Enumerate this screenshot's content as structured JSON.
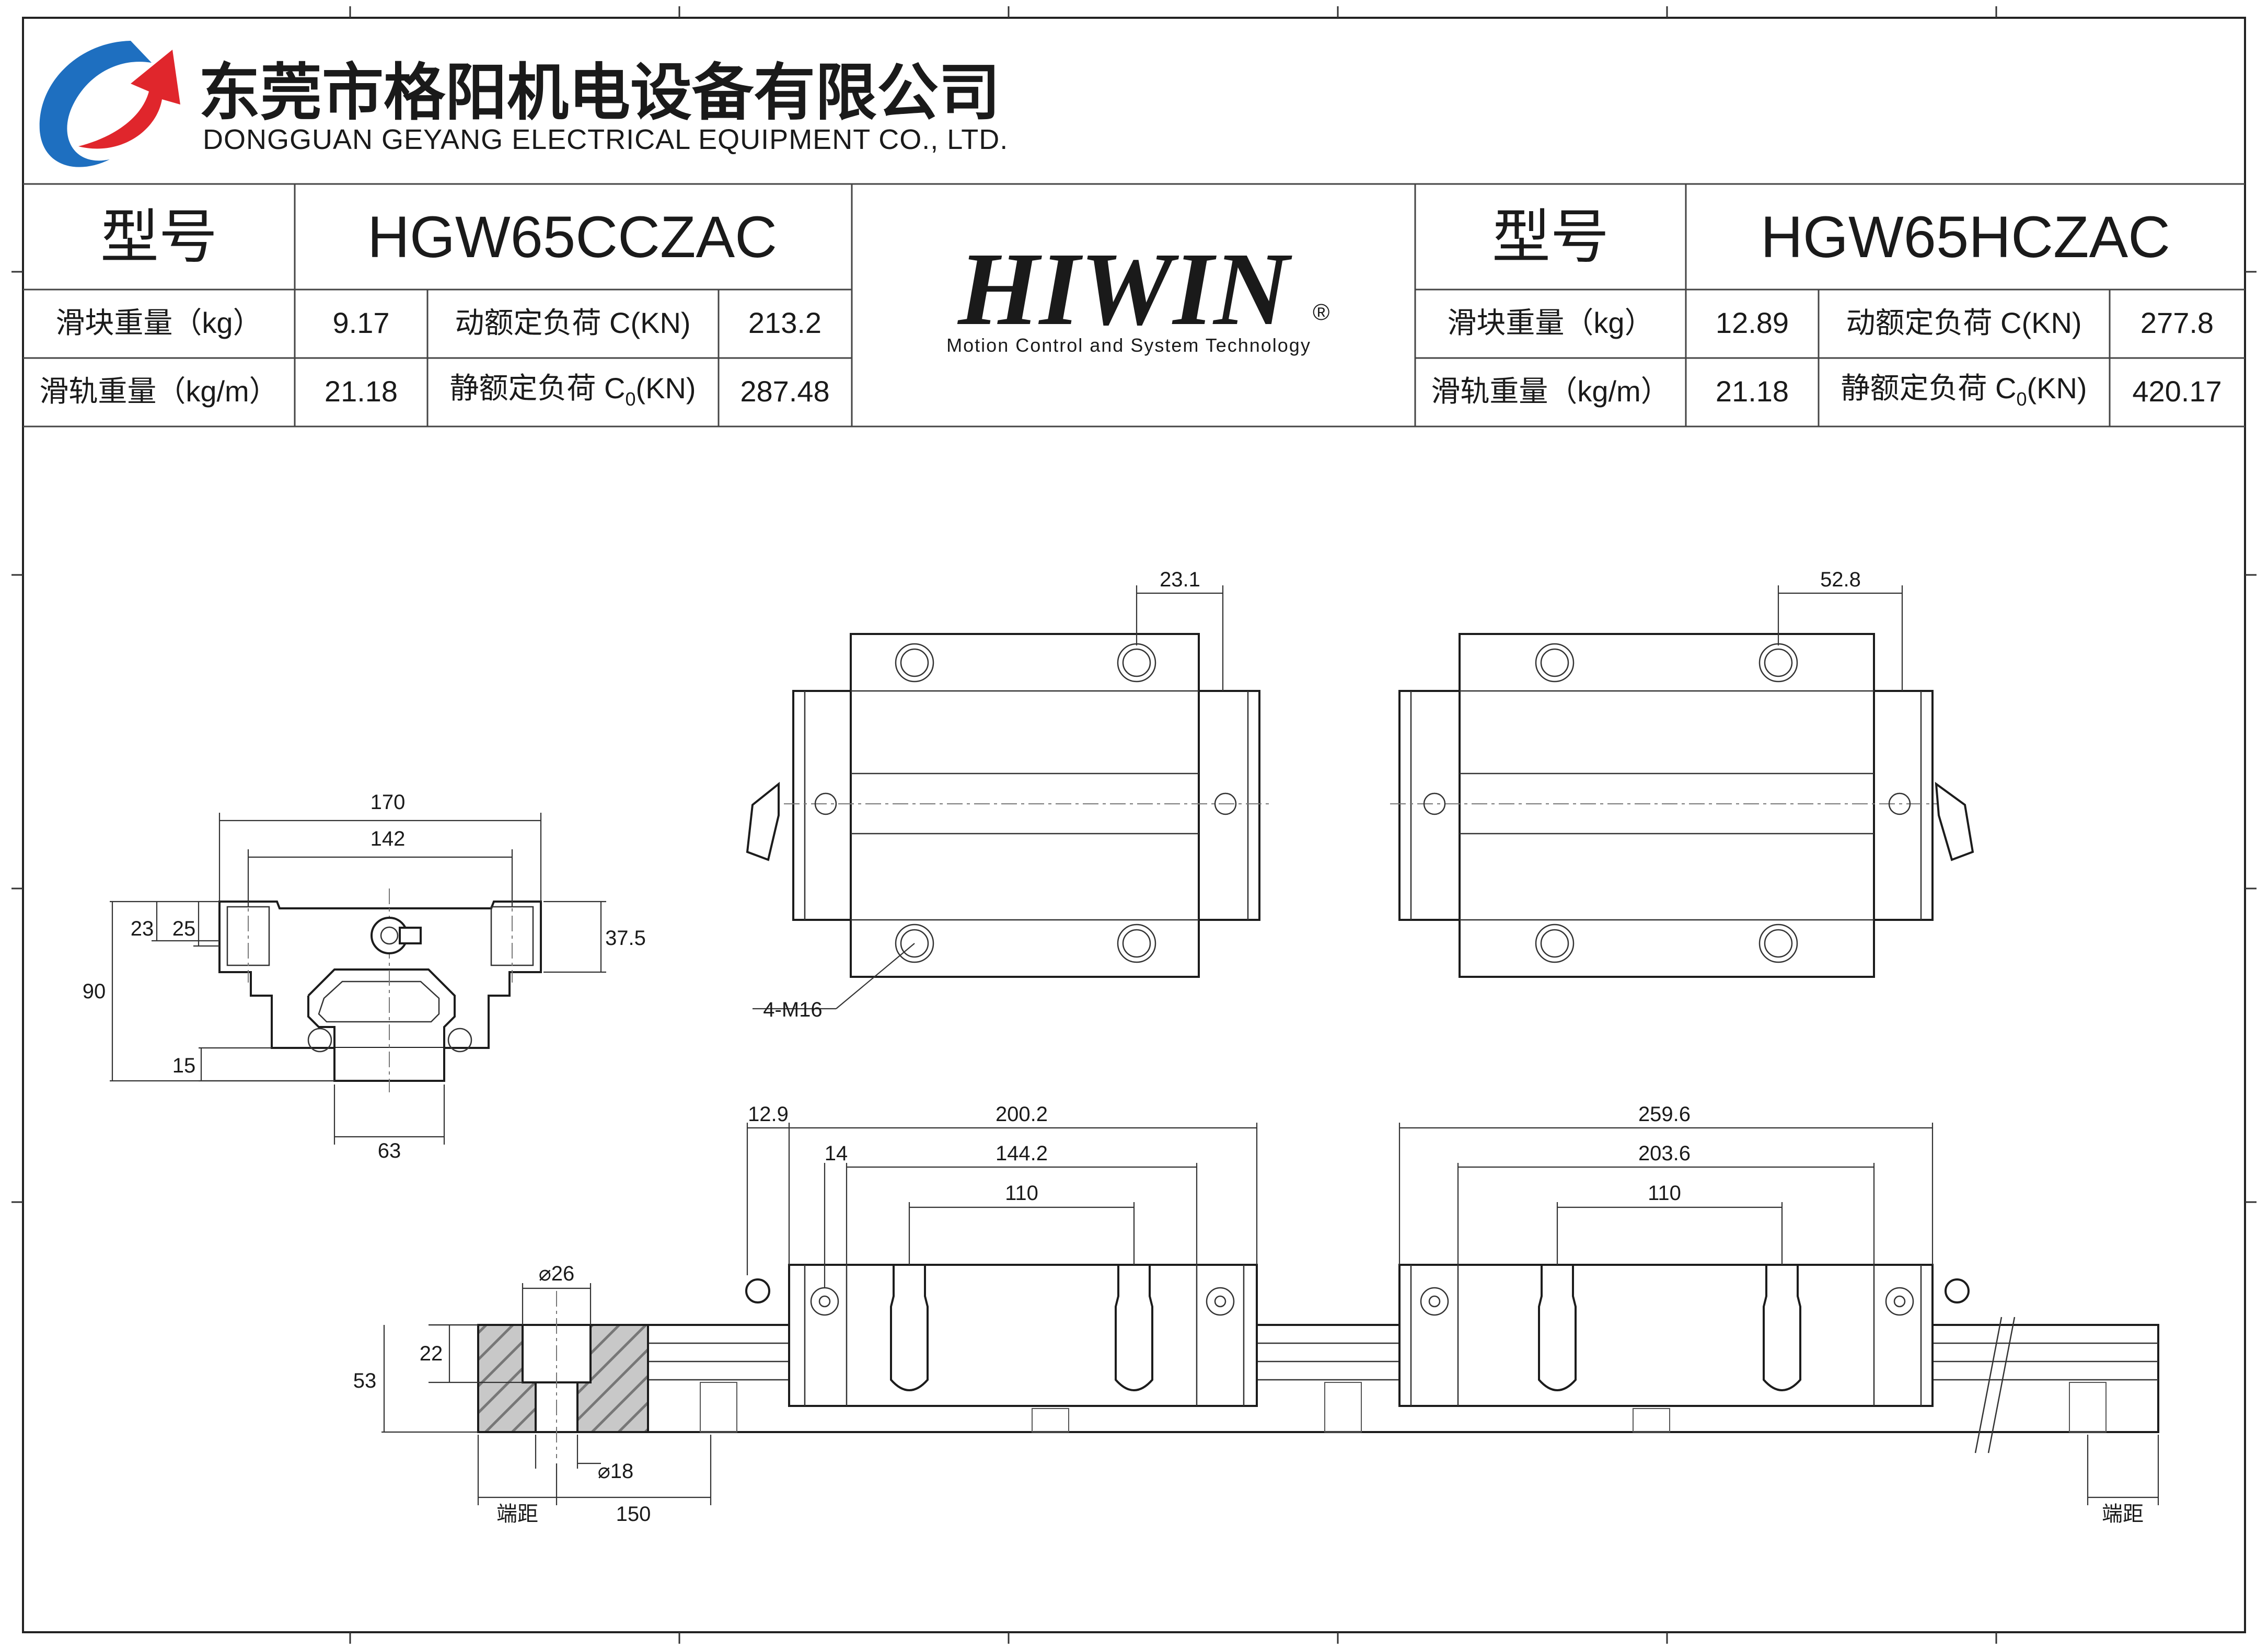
{
  "company": {
    "name_cn": "东莞市格阳机电设备有限公司",
    "name_en": "DONGGUAN GEYANG ELECTRICAL EQUIPMENT CO., LTD."
  },
  "brand": {
    "name": "HIWIN",
    "registered": "®",
    "tagline": "Motion Control and System Technology",
    "color": "#12a048",
    "tagline_color": "#d8202a"
  },
  "table_left": {
    "model_label": "型号",
    "model": "HGW65CCZAC",
    "rows": [
      {
        "label": "滑块重量（kg）",
        "value": "9.17",
        "load_label": "动额定负荷 C(KN)",
        "load_value": "213.2"
      },
      {
        "label": "滑轨重量（kg/m）",
        "value": "21.18",
        "load_label_main": "静额定负荷 C",
        "load_label_sub": "0",
        "load_label_tail": "(KN)",
        "load_value": "287.48"
      }
    ]
  },
  "table_right": {
    "model_label": "型号",
    "model": "HGW65HCZAC",
    "rows": [
      {
        "label": "滑块重量（kg）",
        "value": "12.89",
        "load_label": "动额定负荷 C(KN)",
        "load_value": "277.8"
      },
      {
        "label": "滑轨重量（kg/m）",
        "value": "21.18",
        "load_label_main": "静额定负荷 C",
        "load_label_sub": "0",
        "load_label_tail": "(KN)",
        "load_value": "420.17"
      }
    ]
  },
  "dimensions": {
    "front": {
      "width_outer": "170",
      "width_holes": "142",
      "h23": "23",
      "h25": "25",
      "h37_5": "37.5",
      "h90": "90",
      "h15": "15",
      "rail_width": "63"
    },
    "top_left": {
      "offset": "23.1",
      "holes": "4-M16"
    },
    "top_right": {
      "offset": "52.8"
    },
    "side_left": {
      "d12_9": "12.9",
      "d200_2": "200.2",
      "d14": "14",
      "d144_2": "144.2",
      "d110": "110"
    },
    "side_right": {
      "d259_6": "259.6",
      "d203_6": "203.6",
      "d110": "110"
    },
    "rail": {
      "dia26": "⌀26",
      "dia18": "⌀18",
      "h22": "22",
      "h53": "53",
      "end_distance": "端距",
      "pitch": "150",
      "end_distance_right": "端距"
    }
  }
}
